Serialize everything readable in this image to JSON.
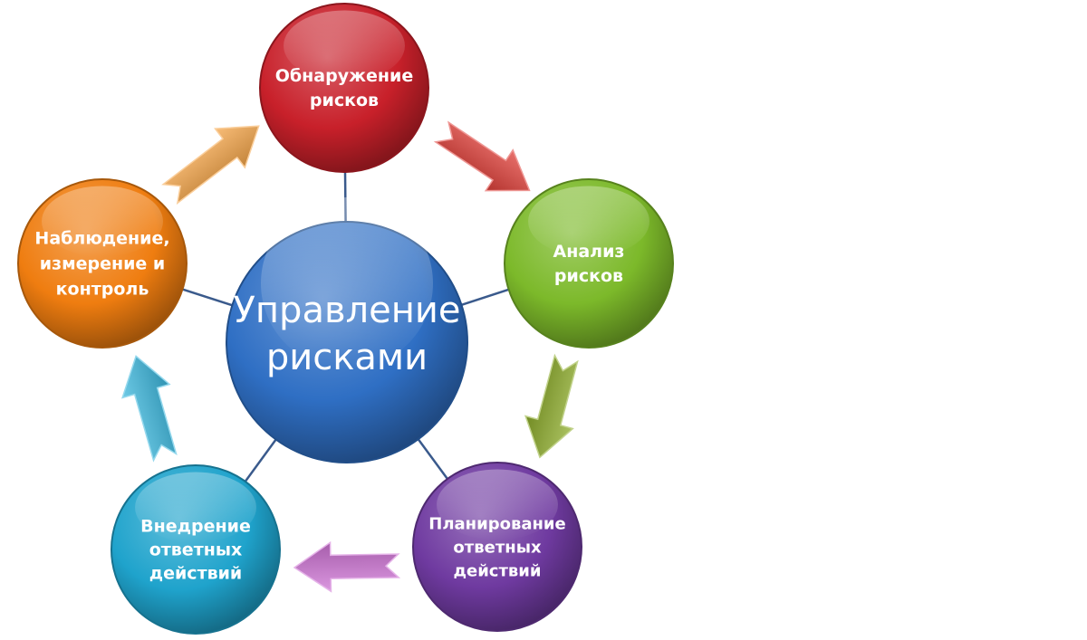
{
  "center": {
    "lines": [
      "Управление",
      "рисками"
    ],
    "color": "#2f6fc4"
  },
  "nodes": [
    {
      "id": "detection",
      "lines": [
        "Обнаружение",
        "рисков"
      ],
      "color": "#c8202a"
    },
    {
      "id": "analysis",
      "lines": [
        "Анализ",
        "рисков"
      ],
      "color": "#7cb92a"
    },
    {
      "id": "planning",
      "lines": [
        "Планирование",
        "ответных",
        "действий"
      ],
      "color": "#6f3aa0"
    },
    {
      "id": "implementation",
      "lines": [
        "Внедрение",
        "ответных",
        "действий"
      ],
      "color": "#1fa3cc"
    },
    {
      "id": "monitoring",
      "lines": [
        "Наблюдение,",
        "измерение и",
        "контроль"
      ],
      "color": "#ef7d10"
    }
  ],
  "arrows": [
    {
      "id": "detection-to-analysis",
      "color": "#e0403a"
    },
    {
      "id": "analysis-to-planning",
      "color": "#8fae2c"
    },
    {
      "id": "planning-to-implementation",
      "color": "#cf74d6"
    },
    {
      "id": "implementation-to-monitoring",
      "color": "#3cb8de"
    },
    {
      "id": "monitoring-to-detection",
      "color": "#f5a64a"
    }
  ],
  "connector_color": "#3a5a8c"
}
